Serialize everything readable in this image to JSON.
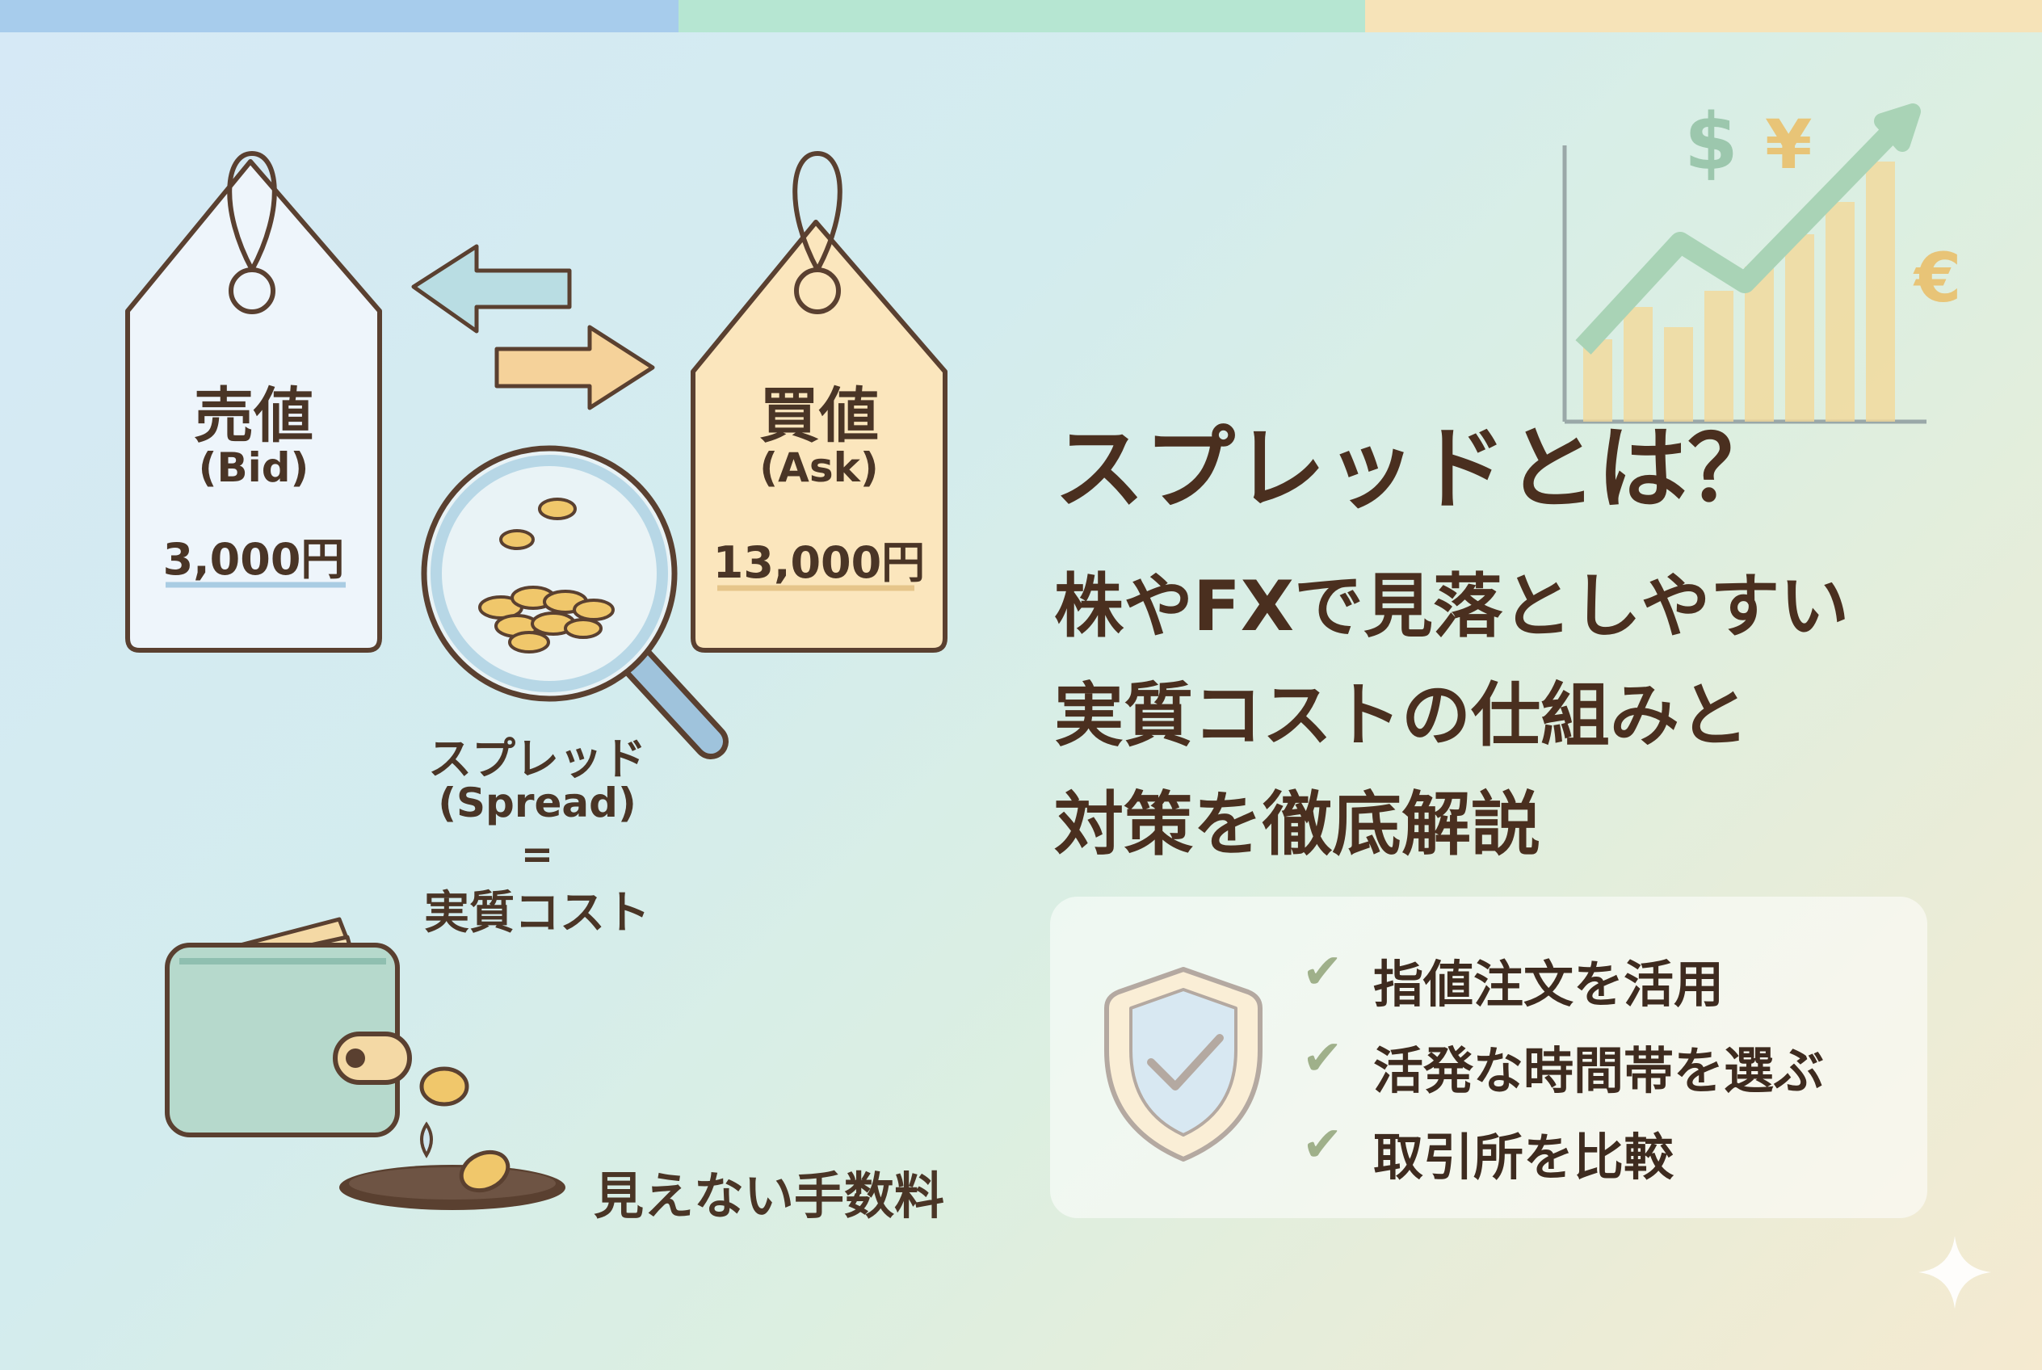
{
  "bid_tag": {
    "title": "売値",
    "sub": "(Bid)",
    "price": "3,000円"
  },
  "ask_tag": {
    "title": "買値",
    "sub": "(Ask)",
    "price": "13,000円"
  },
  "spread_label": {
    "line1": "スプレッド",
    "line2": "(Spread)",
    "line3": "=",
    "line4": "実質コスト"
  },
  "hidden_fee_label": "見えない手数料",
  "currency_icons": {
    "dollar": "$",
    "yen": "¥",
    "euro": "€"
  },
  "title": {
    "line1": "スプレッドとは？",
    "line2": "株やFXで見落としやすい",
    "line3": "実質コストの仕組みと",
    "line4": "対策を徹底解説"
  },
  "tips": [
    {
      "icon": "check-icon",
      "label": "指値注文を活用"
    },
    {
      "icon": "check-icon",
      "label": "活発な時間帯を選ぶ"
    },
    {
      "icon": "check-icon",
      "label": "取引所を比較"
    }
  ],
  "colors": {
    "title": "#4a2f1f",
    "outline": "#5a4030",
    "blue": "#b9d8e6",
    "yellow": "#f7dba3",
    "green": "#b8d8c9"
  }
}
